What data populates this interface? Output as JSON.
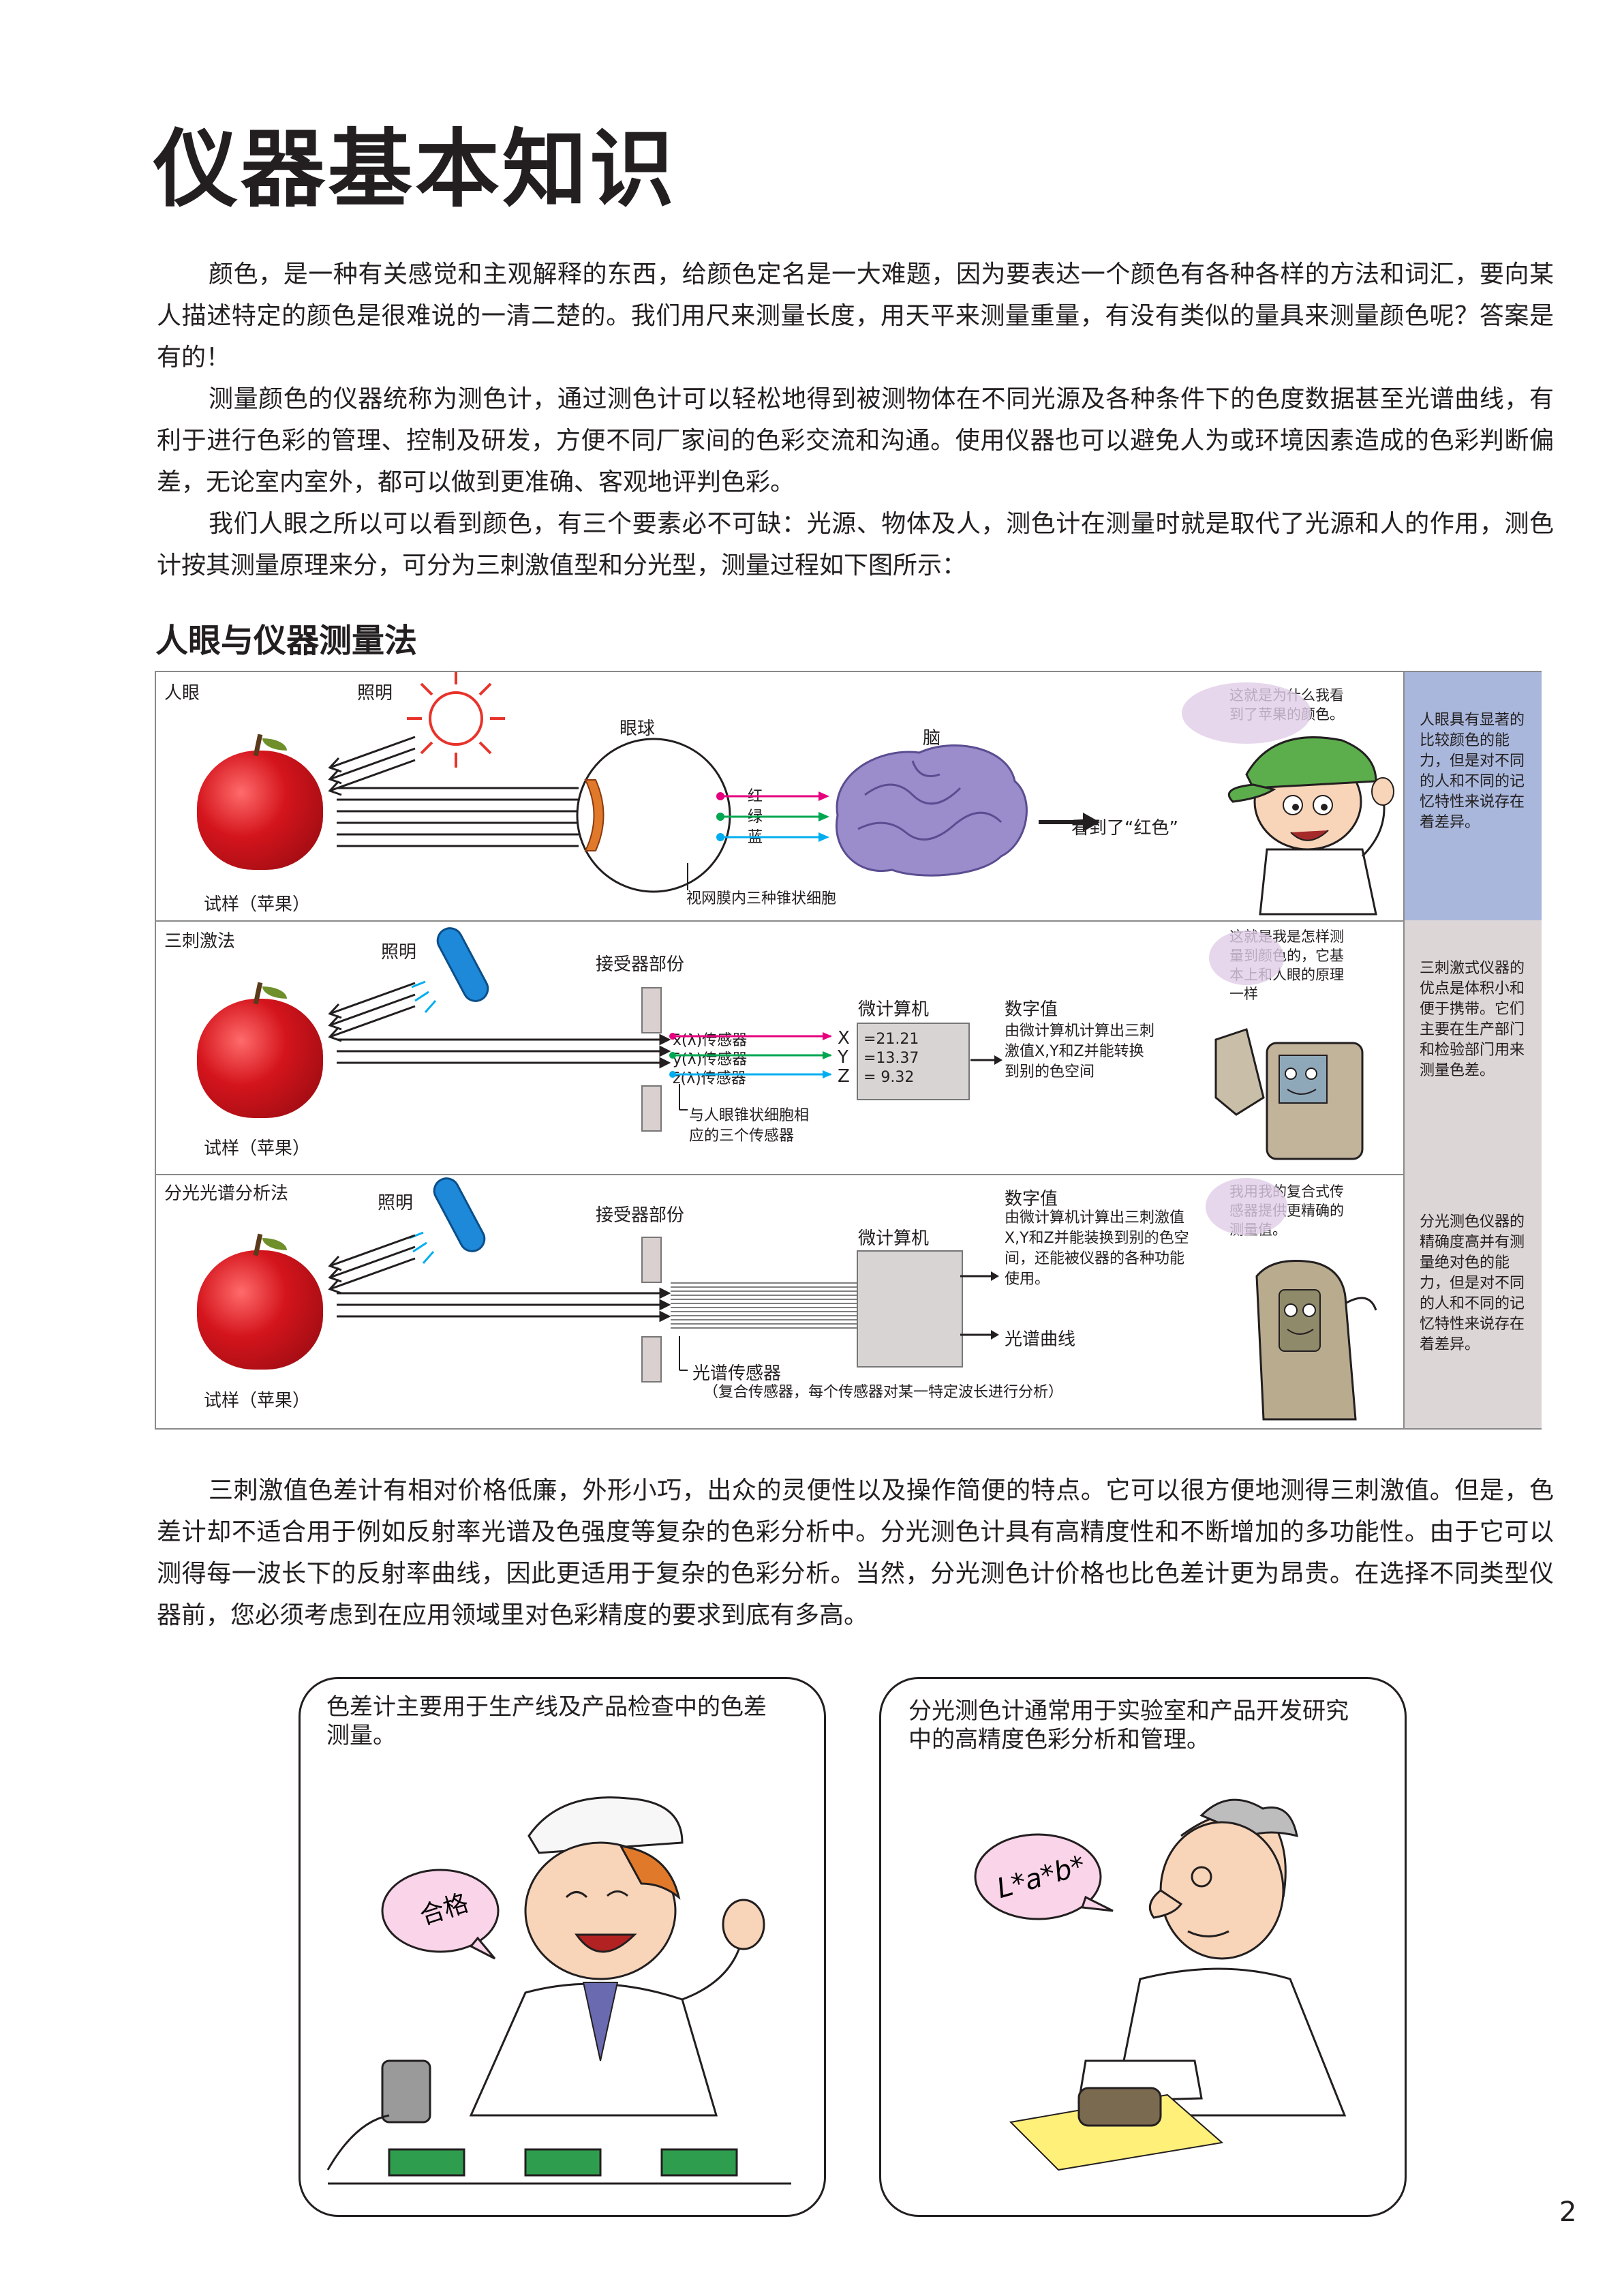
{
  "title": "仪器基本知识",
  "paragraphs": [
    "颜色，是一种有关感觉和主观解释的东西，给颜色定名是一大难题，因为要表达一个颜色有各种各样的方法和词汇，要向某人描述特定的颜色是很难说的一清二楚的。我们用尺来测量长度，用天平来测量重量，有没有类似的量具来测量颜色呢？答案是有的！",
    "测量颜色的仪器统称为测色计，通过测色计可以轻松地得到被测物体在不同光源及各种条件下的色度数据甚至光谱曲线，有利于进行色彩的管理、控制及研发，方便不同厂家间的色彩交流和沟通。使用仪器也可以避免人为或环境因素造成的色彩判断偏差，无论室内室外，都可以做到更准确、客观地评判色彩。",
    "我们人眼之所以可以看到颜色，有三个要素必不可缺：光源、物体及人，测色计在测量时就是取代了光源和人的作用，测色计按其测量原理来分，可分为三刺激值型和分光型，测量过程如下图所示："
  ],
  "subheading": "人眼与仪器测量法",
  "diagram": {
    "human_eye": {
      "label": "人眼",
      "illumination": "照明",
      "eyeball": "眼球",
      "brain": "脑",
      "cones": [
        "红",
        "绿",
        "蓝"
      ],
      "result": "看到了“红色”",
      "retina_note": "视网膜内三种锥状细胞",
      "sample": "试样（苹果）",
      "bubble": [
        "这就是为什么我看",
        "到了苹果的颜色。"
      ],
      "sidebar": "人眼具有显著的比较颜色的能力，但是对不同的人和不同的记忆特性来说存在着差异。"
    },
    "tristimulus": {
      "label": "三刺激法",
      "illumination": "照明",
      "receiver": "接受器部份",
      "sensors": [
        "x̄(λ)传感器",
        "ȳ(λ)传感器",
        "z̄(λ)传感器"
      ],
      "axes": [
        "X",
        "Y",
        "Z"
      ],
      "computer": "微计算机",
      "values": [
        "=21.21",
        "=13.37",
        "=  9.32"
      ],
      "digital_title": "数字值",
      "digital_desc": [
        "由微计算机计算出三刺",
        "激值X,Y和Z并能转换",
        "到别的色空间"
      ],
      "sensor_note": [
        "与人眼锥状细胞相",
        "应的三个传感器"
      ],
      "sample": "试样（苹果）",
      "bubble": [
        "这就是我是怎样测",
        "量到颜色的，它基",
        "本上和人眼的原理",
        "一样"
      ],
      "sidebar": "三刺激式仪器的优点是体积小和便于携带。它们主要在生产部门和检验部门用来测量色差。"
    },
    "spectro": {
      "label": "分光光谱分析法",
      "illumination": "照明",
      "receiver": "接受器部份",
      "computer": "微计算机",
      "digital_title": "数字值",
      "digital_desc": [
        "由微计算机计算出三刺激值",
        "X,Y和Z并能装换到别的色空",
        "间，还能被仪器的各种功能",
        "使用。"
      ],
      "curve": "光谱曲线",
      "sensor_title": "光谱传感器",
      "sensor_note": "（复合传感器，每个传感器对某一特定波长进行分析）",
      "sample": "试样（苹果）",
      "bubble": [
        "我用我的复合式传",
        "感器提供更精确的",
        "测量值。"
      ],
      "sidebar": "分光测色仪器的精确度高并有测量绝对色的能力，但是对不同的人和不同的记忆特性来说存在着差异。"
    }
  },
  "paragraph2": "三刺激值色差计有相对价格低廉，外形小巧，出众的灵便性以及操作简便的特点。它可以很方便地测得三刺激值。但是，色差计却不适合用于例如反射率光谱及色强度等复杂的色彩分析中。分光测色计具有高精度性和不断增加的多功能性。由于它可以测得每一波长下的反射率曲线，因此更适用于复杂的色彩分析。当然，分光测色计价格也比色差计更为昂贵。在选择不同类型仪器前，您必须考虑到在应用领域里对色彩精度的要求到底有多高。",
  "panel_left": {
    "caption": "色差计主要用于生产线及产品检查中的色差\n测量。",
    "speech": "合格"
  },
  "panel_right": {
    "caption": "分光测色计通常用于实验室和产品开发研究\n中的高精度色彩分析和管理。",
    "speech": "L*a*b*"
  },
  "page_number": "2",
  "colors": {
    "sidebar_blue": "#a9b7dc",
    "sidebar_grey": "#ddd6d6",
    "magenta": "#e6007e",
    "green": "#00a650",
    "cyan": "#00aeef",
    "probe_blue": "#1e88d9"
  }
}
